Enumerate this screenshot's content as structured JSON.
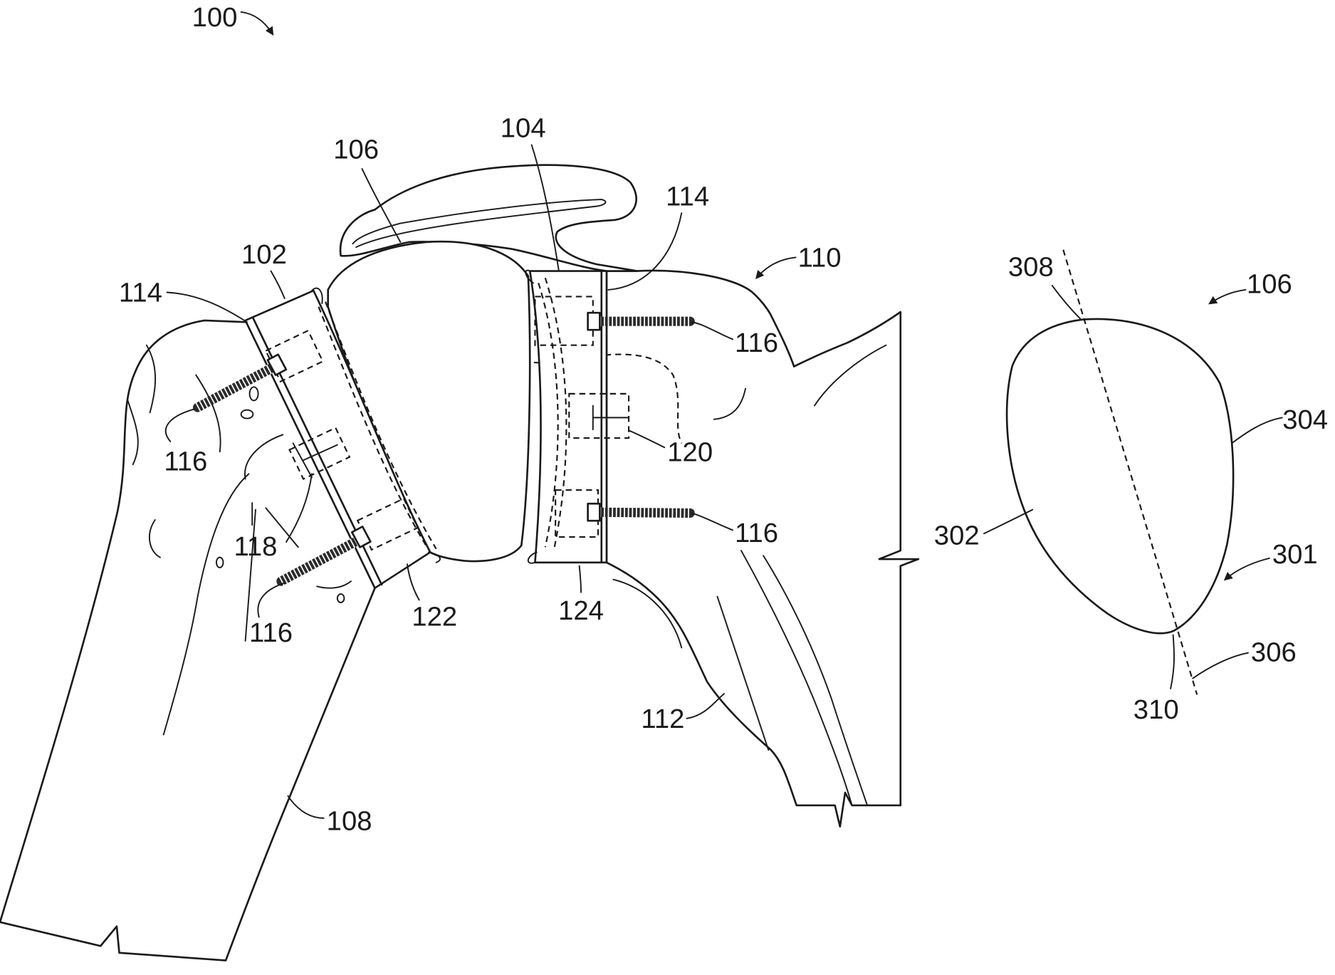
{
  "figure": {
    "ref_100": "100",
    "ref_102": "102",
    "ref_104": "104",
    "ref_106_top": "106",
    "ref_106_detail": "106",
    "ref_108": "108",
    "ref_110": "110",
    "ref_112": "112",
    "ref_114_left": "114",
    "ref_114_right": "114",
    "ref_116_left_upper": "116",
    "ref_116_left_lower": "116",
    "ref_116_right_upper": "116",
    "ref_116_right_lower": "116",
    "ref_118": "118",
    "ref_120": "120",
    "ref_122": "122",
    "ref_124": "124",
    "ref_301": "301",
    "ref_302": "302",
    "ref_304": "304",
    "ref_306": "306",
    "ref_308": "308",
    "ref_310": "310"
  },
  "colors": {
    "line": "#1a1a1a",
    "background": "#ffffff"
  }
}
